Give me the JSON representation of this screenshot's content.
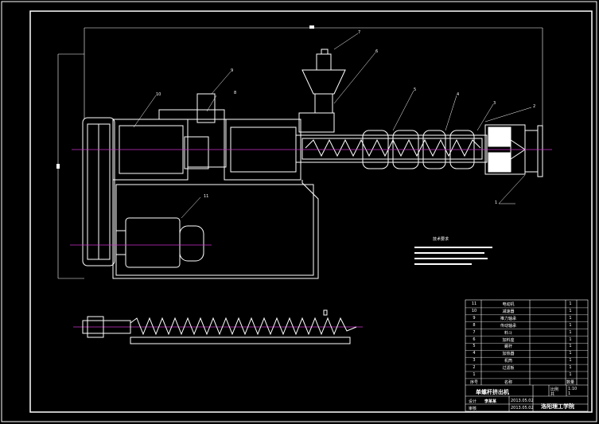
{
  "drawing": {
    "dimension_top": "≡",
    "dimension_left": "≡",
    "callouts": [
      "1",
      "2",
      "3",
      "4",
      "5",
      "6",
      "7",
      "8",
      "9",
      "10",
      "11"
    ],
    "technical_requirements_heading": "技术要求",
    "colors": {
      "background": "#000000",
      "lines": "#ffffff",
      "centerline": "#cc33cc"
    }
  },
  "bom": {
    "rows": [
      {
        "no": "11",
        "name": "电动机",
        "qty": "1"
      },
      {
        "no": "10",
        "name": "减速器",
        "qty": "1"
      },
      {
        "no": "9",
        "name": "推力轴承",
        "qty": "1"
      },
      {
        "no": "8",
        "name": "传动轴承",
        "qty": "1"
      },
      {
        "no": "7",
        "name": "料斗",
        "qty": "1"
      },
      {
        "no": "6",
        "name": "加料座",
        "qty": "1"
      },
      {
        "no": "5",
        "name": "螺杆",
        "qty": "1"
      },
      {
        "no": "4",
        "name": "加热器",
        "qty": "1"
      },
      {
        "no": "3",
        "name": "机筒",
        "qty": "1"
      },
      {
        "no": "2",
        "name": "过滤板",
        "qty": "1"
      },
      {
        "no": "1",
        "name": "",
        "qty": "1"
      }
    ],
    "header": {
      "no": "序号",
      "name": "名称",
      "qty": "数量"
    }
  },
  "title_block": {
    "drawing_title": "单螺杆挤出机",
    "designer_label": "设计",
    "designer_name": "李某某",
    "date1": "2013.05.02",
    "checker_label": "审核",
    "date2": "2013.05.02",
    "school": "洛阳理工学院",
    "scale_label": "比例",
    "scale": "1:10",
    "sheet_label": "共",
    "sheet": "1"
  }
}
